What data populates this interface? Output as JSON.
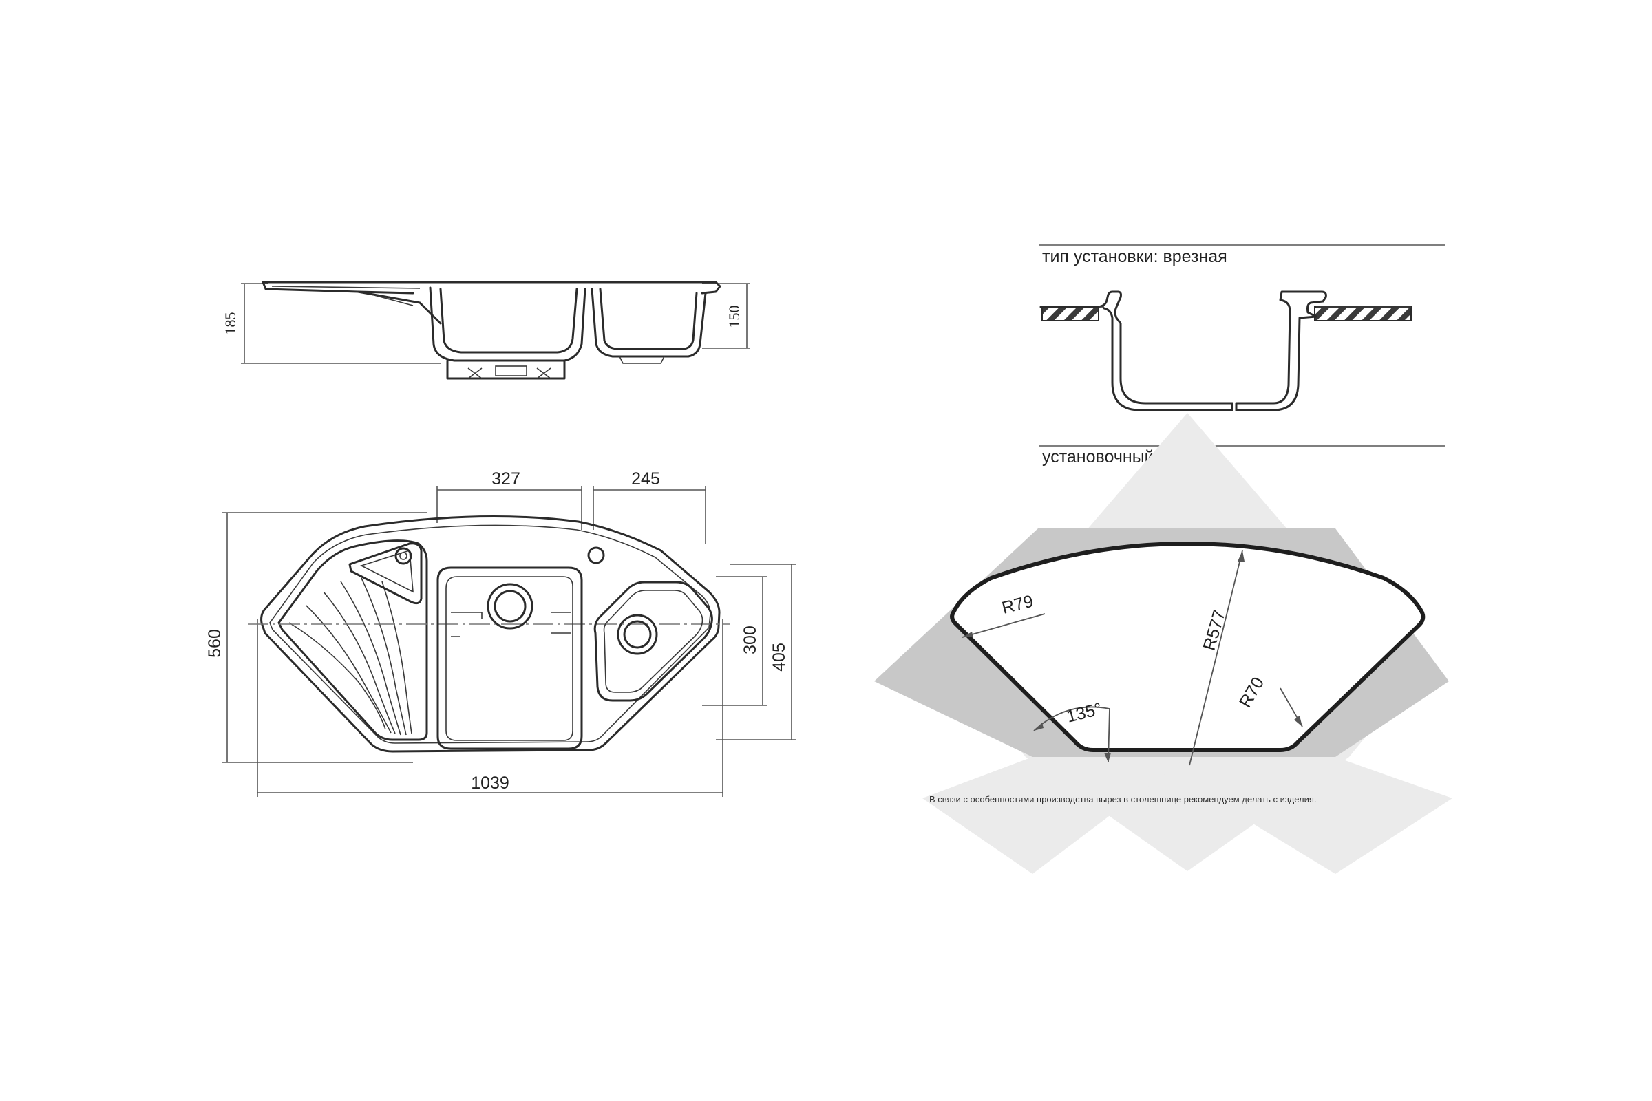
{
  "side_view": {
    "height_left": "185",
    "height_right": "150"
  },
  "top_view": {
    "dim_main_bowl_width": "327",
    "dim_small_bowl_width": "245",
    "dim_depth": "560",
    "dim_small_bowl_300": "300",
    "dim_small_bowl_405": "405",
    "dim_total_width": "1039"
  },
  "install": {
    "type_heading": "тип установки: врезная",
    "cutout_heading": "установочный проем",
    "r_left": "R79",
    "r_main": "R577",
    "r_right": "R70",
    "angle": "135°",
    "footnote": "В связи с особенностями производства вырез в столешнице рекомендуем делать с изделия."
  },
  "colors": {
    "line": "#2b2b2b",
    "shade_light": "#ebebeb",
    "shade_dark": "#c8c8c8",
    "hatch": "#3a3a3a"
  }
}
